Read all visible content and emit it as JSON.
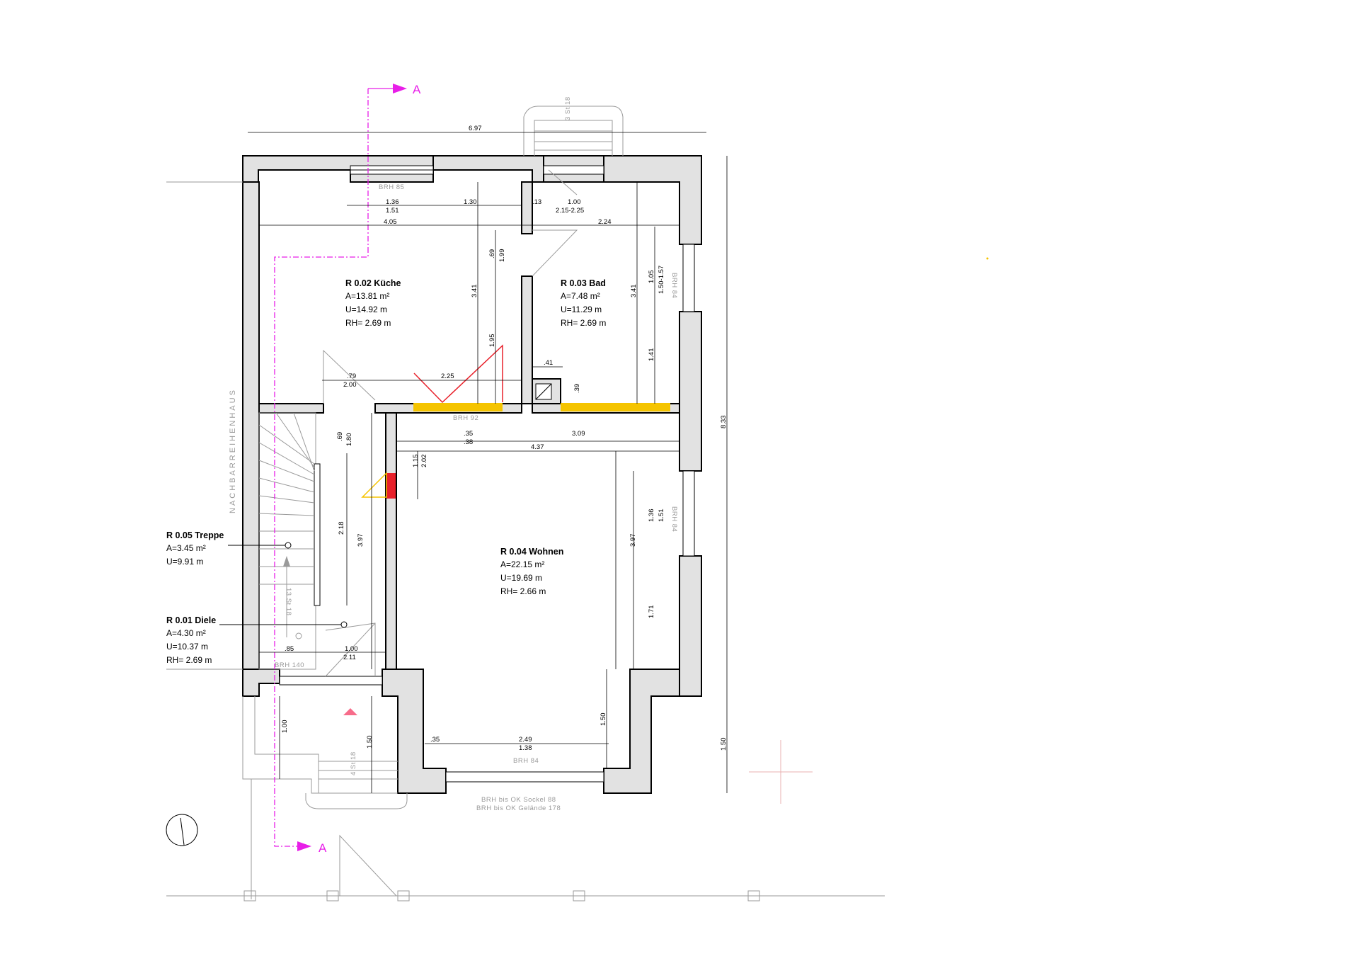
{
  "section_marker": {
    "label": "A",
    "color": "#e81ee8"
  },
  "neighbor_label": "NACHBARREIHENHAUS",
  "rooms": [
    {
      "id": "kueche",
      "name": "R 0.02 Küche",
      "area": "A=13.81 m²",
      "perimeter": "U=14.92 m",
      "height": "RH= 2.69 m"
    },
    {
      "id": "bad",
      "name": "R 0.03 Bad",
      "area": "A=7.48 m²",
      "perimeter": "U=11.29 m",
      "height": "RH= 2.69 m"
    },
    {
      "id": "wohnen",
      "name": "R 0.04 Wohnen",
      "area": "A=22.15 m²",
      "perimeter": "U=19.69 m",
      "height": "RH= 2.66 m"
    },
    {
      "id": "treppe",
      "name": "R 0.05 Treppe",
      "area": "A=3.45 m²",
      "perimeter": "U=9.91 m"
    },
    {
      "id": "diele",
      "name": "R 0.01 Diele",
      "area": "A=4.30 m²",
      "perimeter": "U=10.37 m",
      "height": "RH= 2.69 m"
    }
  ],
  "dimensions": {
    "total_width": "6.97",
    "total_height": "8.33",
    "lower_height": "1.50",
    "k_136": "1.36",
    "k_151": "1.51",
    "k_130": "1.30",
    "k_13": ".13",
    "k_405": "4.05",
    "b_100": "1.00",
    "b_215": "2.15-2.25",
    "b_224": "2.24",
    "k_69": ".69",
    "k_199": "1.99",
    "k_341": "3.41",
    "k_195": "1.95",
    "b_341": "3.41",
    "b_105": "1.05",
    "b_150": "1.50-1.57",
    "b_141": "1.41",
    "b_41": ".41",
    "b_39": ".39",
    "k_79": ".79",
    "k_200": "2.00",
    "k_225": "2.25",
    "w_35": ".35",
    "w_38": ".38",
    "w_309": "3.09",
    "w_437": "4.37",
    "w_115": "1.15",
    "w_202": "2.02",
    "t_69": ".69",
    "t_180": "1.80",
    "t_218": "2.18",
    "t_397": "3.97",
    "w_136": "1.36",
    "w_151": "1.51",
    "w_397": "3.97",
    "w_171": "1.71",
    "w_150": "1.50",
    "w_35b": ".35",
    "w_249": "2.49",
    "w_138": "1.38",
    "d_85": ".85",
    "d_100": "1.00",
    "d_211": "2.11",
    "e_100": "1.00",
    "e_150": "1.50"
  },
  "brh_labels": {
    "brh85": "BRH 85",
    "brh84_bad": "BRH 84",
    "brh92": "BRH 92",
    "brh84_wohnen": "BRH 84",
    "brh84_bottom": "BRH 84",
    "brh140": "BRH 140",
    "sockel": "BRH bis OK Sockel 88",
    "gelaende": "BRH bis OK Gelände 178",
    "stair_top": "3 St 18",
    "stair_inner": "13 St 18",
    "stair_entry": "4 St 18"
  },
  "colors": {
    "wall_fill": "#e2e2e2",
    "door_yellow": "#f5c400",
    "demolition_red": "#e8202a",
    "new_door_pink": "#f76c8a"
  }
}
